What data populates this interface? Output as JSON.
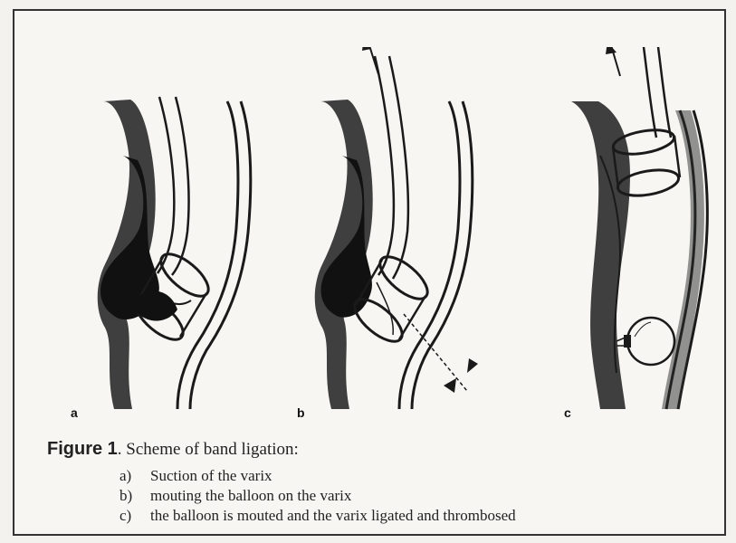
{
  "figure": {
    "number_label": "Figure 1",
    "title_text": ". Scheme of band ligation:",
    "panels": [
      {
        "label": "a"
      },
      {
        "label": "b"
      },
      {
        "label": "c"
      }
    ],
    "caption_items": [
      {
        "marker": "a)",
        "text": "Suction of the varix"
      },
      {
        "marker": "b)",
        "text": "mouting the balloon on the varix"
      },
      {
        "marker": "c)",
        "text": "the balloon is mouted and the varix ligated and thrombosed"
      }
    ]
  },
  "colors": {
    "ink": "#1a1a1a",
    "tissue": "#2b2b2b",
    "paper": "#f7f6f3"
  }
}
